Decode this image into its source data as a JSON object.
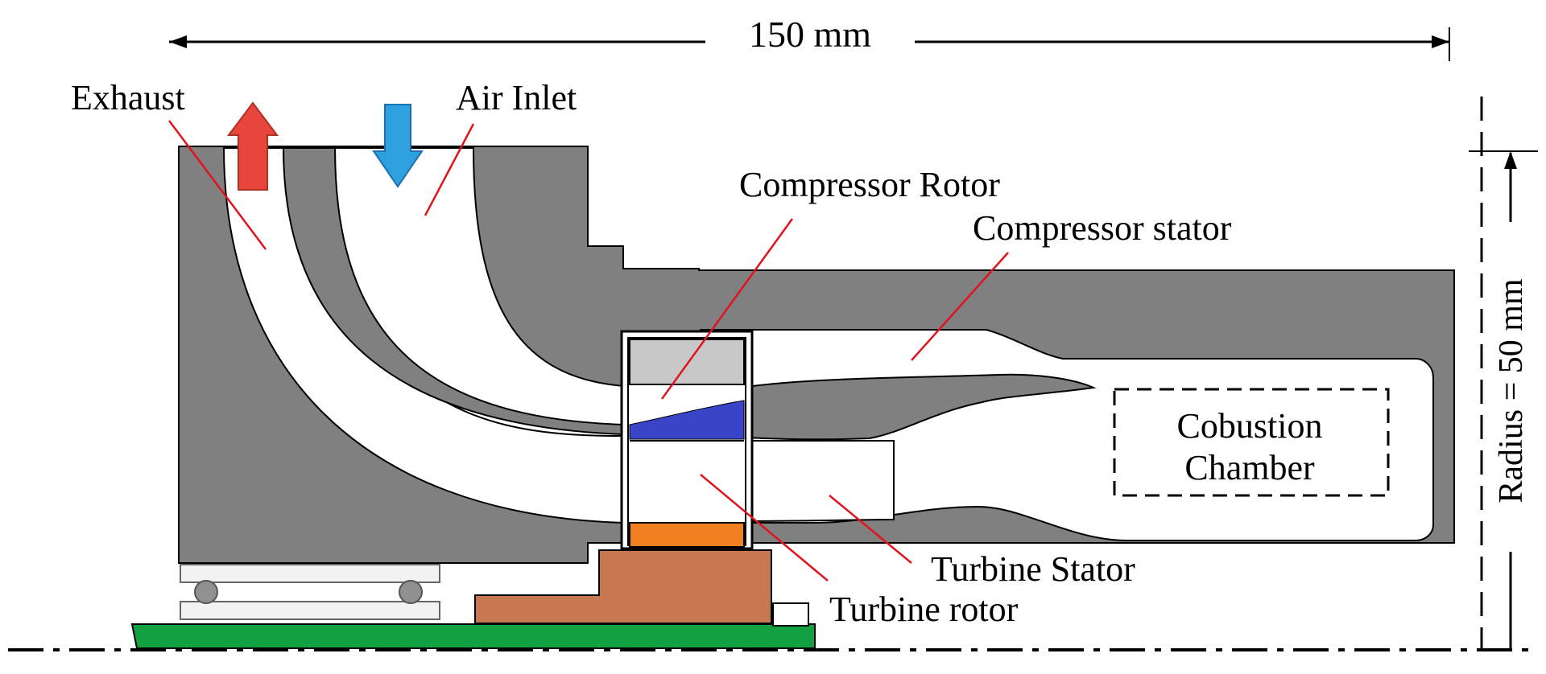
{
  "labels": {
    "width_dim": "150 mm",
    "radius_dim": "Radius = 50 mm",
    "exhaust": "Exhaust",
    "air_inlet": "Air Inlet",
    "compressor_rotor": "Compressor Rotor",
    "compressor_stator": "Compressor stator",
    "combustion_line1": "Cobustion",
    "combustion_line2": "Chamber",
    "turbine_stator": "Turbine Stator",
    "turbine_rotor": "Turbine rotor"
  },
  "colors": {
    "casing": "#808080",
    "exhaust_arrow": "#e8453c",
    "inlet_arrow": "#2ea0e0",
    "compressor_blade": "#3a44c8",
    "turbine_blade": "#f08020",
    "shaft_hub": "#c87850",
    "base_plate": "#12a040",
    "leader_line": "#e0141e",
    "shroud": "#c8c8c8"
  }
}
